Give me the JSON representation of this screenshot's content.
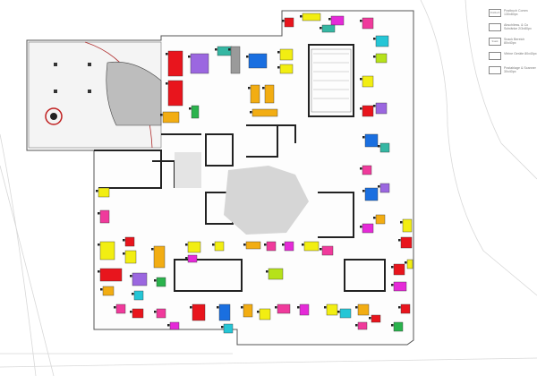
{
  "title": "Office floor plan",
  "palette": {
    "red": "#e8151d",
    "purple": "#9b67e0",
    "teal": "#35b7a3",
    "grey": "#9a9a9a",
    "blue": "#1a6fe0",
    "yellow": "#f2ee12",
    "orange": "#f2ad13",
    "green": "#2bb34d",
    "pink": "#f03a9c",
    "cyan": "#25c6d6",
    "magenta": "#e52ad8",
    "lime": "#b6e21a",
    "wall": "#222222",
    "outline": "#555555"
  },
  "legend": [
    {
      "symbol": "Postbuch",
      "text": "Postbuch Comm 130x80px"
    },
    {
      "symbol": "",
      "text": "Abschliess. & Co Schränke 2/3x80px"
    },
    {
      "symbol": "Snack",
      "text": "Snack Bereich 80x40px"
    },
    {
      "symbol": "",
      "text": "Vitrine Geräte 80x40px"
    },
    {
      "symbol": "",
      "text": "Postablage & Scanner 30x40px"
    }
  ]
}
